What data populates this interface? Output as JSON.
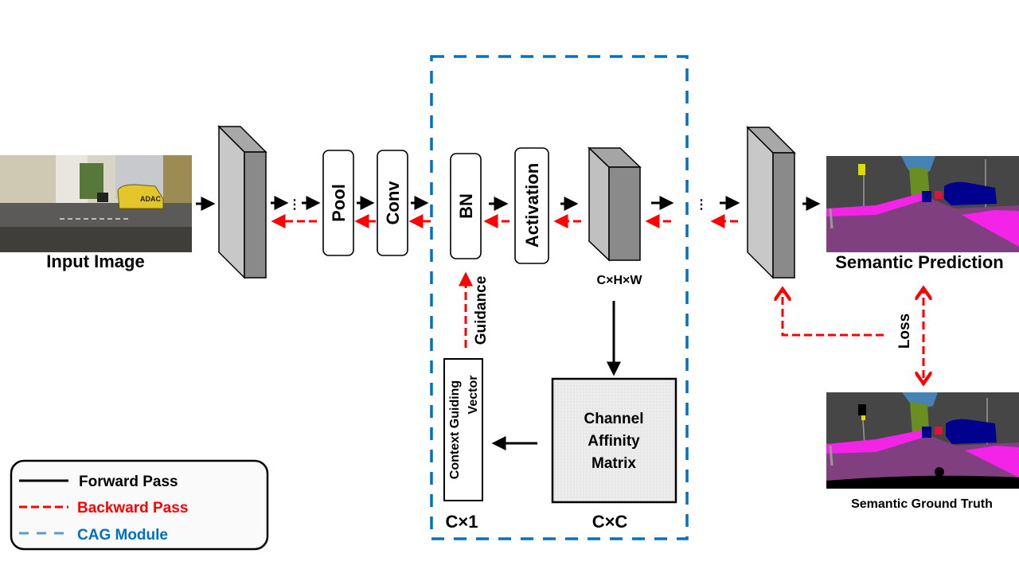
{
  "figure": {
    "title": "CAG Module training pipeline",
    "input_image": {
      "label": "Input Image",
      "scene": "street scene with yellow ADAC car"
    },
    "layers": {
      "pool": "Pool",
      "conv": "Conv",
      "bn": "BN",
      "activation": "Activation",
      "ellipsis": "⋮"
    },
    "cag": {
      "feature_dims": "C×H×W",
      "affinity_lines": [
        "Channel",
        "Affinity",
        "Matrix"
      ],
      "affinity_dims": "C×C",
      "vector_lines": [
        "Context Guiding",
        "Vector"
      ],
      "vector_dims": "C×1",
      "guidance": "Guidance"
    },
    "outputs": {
      "prediction": "Semantic Prediction",
      "ground_truth": "Semantic Ground Truth",
      "loss": "Loss"
    },
    "legend": {
      "forward": "Forward Pass",
      "backward": "Backward Pass",
      "module": "CAG Module"
    },
    "colors": {
      "forward": "#000000",
      "backward": "#ff0000",
      "module": "#0070c0",
      "legend_module_line": "#5b9bd5",
      "road": "#804080",
      "sidewalk": "#f423e8",
      "car": "#00008e",
      "building": "#464646",
      "vegetation": "#6b8e23",
      "sky": "#4682b4",
      "sign": "#dcdc00"
    }
  }
}
